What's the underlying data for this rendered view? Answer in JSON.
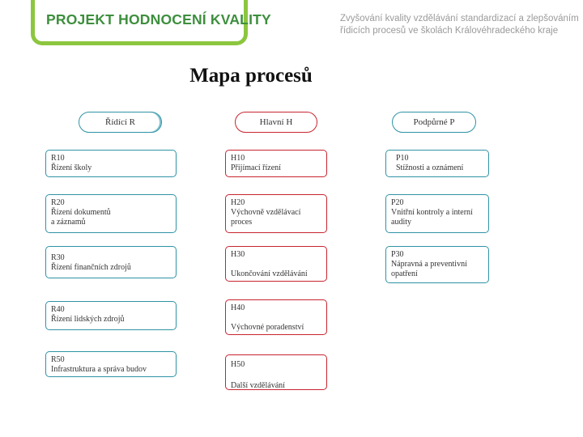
{
  "header": {
    "logo": "PROJEKT HODNOCENÍ KVALITY",
    "tagline_line1": "Zvyšování kvality vzdělávání standardizací a zlepšováním",
    "tagline_line2": "řídicích procesů ve školách Královéhradeckého kraje"
  },
  "title": "Mapa procesů",
  "columns": {
    "r": "Řídící R",
    "h": "Hlavní H",
    "p": "Podpůrné P"
  },
  "processes": {
    "r": [
      {
        "code": "R10",
        "name": "Řízení školy"
      },
      {
        "code": "R20",
        "name": " Řízení dokumentů\na záznamů"
      },
      {
        "code": "R30",
        "name": "Řízení finančních zdrojů"
      },
      {
        "code": "R40",
        "name": "Řízení lidských zdrojů"
      },
      {
        "code": "R50",
        "name": "Infrastruktura a správa budov"
      }
    ],
    "h": [
      {
        "code": "H10",
        "name": " Přijímací řízení"
      },
      {
        "code": "H20",
        "name": "Výchovně vzdělávací\nproces"
      },
      {
        "code": "H30",
        "name": "Ukončování vzdělávání"
      },
      {
        "code": "H40",
        "name": "Výchovné poradenství"
      },
      {
        "code": "H50",
        "name": "Další vzdělávání"
      }
    ],
    "p": [
      {
        "code": "P10",
        "name": "Stížnosti a oznámení"
      },
      {
        "code": "P20",
        "name": "Vnitřní kontroly a interní\naudity"
      },
      {
        "code": "P30",
        "name": "Nápravná a preventivní\nopatření"
      }
    ]
  }
}
